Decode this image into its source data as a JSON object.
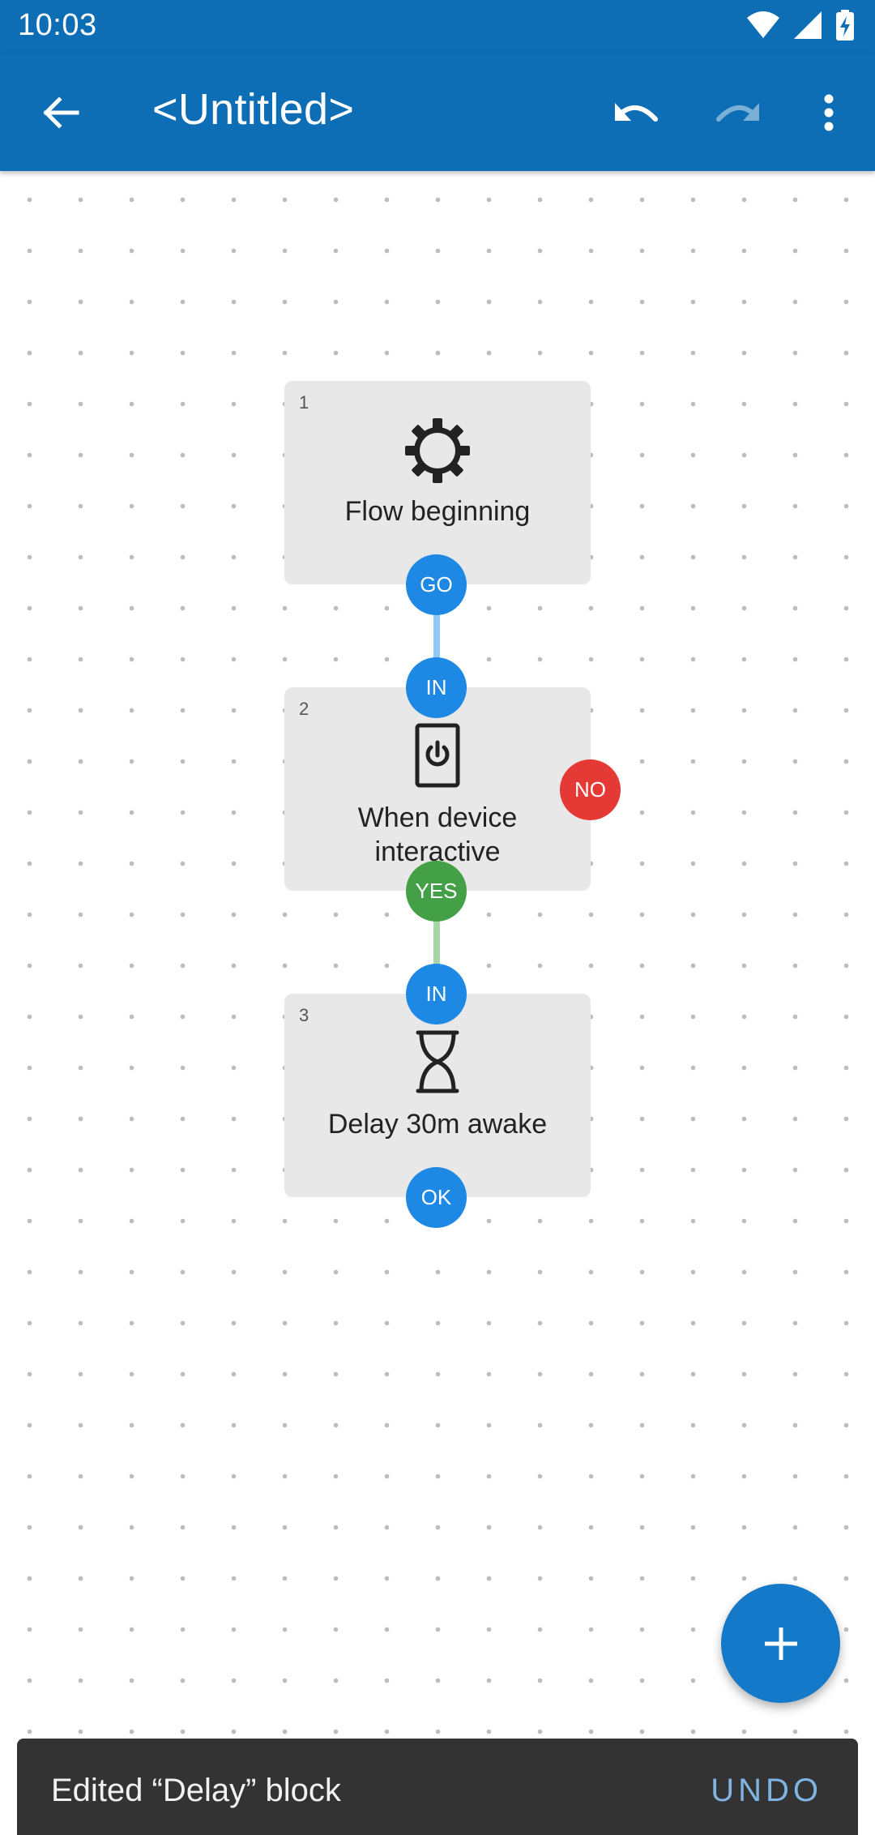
{
  "status_bar": {
    "time": "10:03"
  },
  "app_bar": {
    "title": "<Untitled>"
  },
  "blocks": [
    {
      "number": "1",
      "label": "Flow beginning",
      "icon": "gear-icon",
      "ports": {
        "out": "GO"
      }
    },
    {
      "number": "2",
      "label_line1": "When device",
      "label_line2": "interactive",
      "icon": "power-device-icon",
      "ports": {
        "in": "IN",
        "yes": "YES",
        "no": "NO"
      }
    },
    {
      "number": "3",
      "label": "Delay 30m awake",
      "icon": "hourglass-icon",
      "ports": {
        "in": "IN",
        "ok": "OK"
      }
    }
  ],
  "colors": {
    "app_bar": "#0d6db5",
    "port_blue": "#1e88e5",
    "port_green": "#43a047",
    "port_red": "#e53935",
    "fab": "#1479c9",
    "snackbar": "#333333",
    "snackbar_action": "#7fb4e3"
  },
  "snackbar": {
    "message": "Edited “Delay” block",
    "action": "UNDO"
  }
}
